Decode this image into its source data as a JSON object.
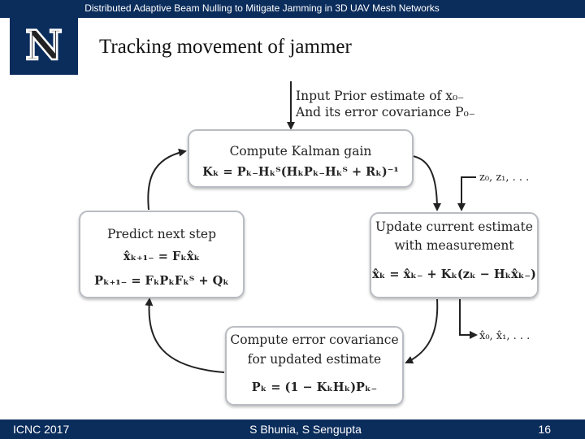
{
  "header": {
    "text": "Distributed Adaptive Beam Nulling to Mitigate Jamming in 3D UAV Mesh Networks"
  },
  "logo": {
    "letter": "N"
  },
  "title": "Tracking movement of jammer",
  "diagram": {
    "input": {
      "line1": "Input Prior estimate of x₀₋",
      "line2": "And its error covariance P₀₋"
    },
    "measurement_input": "z₀, z₁, . . .",
    "estimate_output": "x̂₀, x̂₁, . . .",
    "kalman": {
      "title": "Compute Kalman gain",
      "equation": "Kₖ = Pₖ₋Hₖᵀ(HₖPₖ₋Hₖᵀ + Rₖ)⁻¹"
    },
    "update": {
      "title1": "Update current estimate",
      "title2": "with measurement",
      "equation": "x̂ₖ = x̂ₖ₋ + Kₖ(zₖ − Hₖx̂ₖ₋)"
    },
    "covariance": {
      "title1": "Compute error covariance",
      "title2": "for updated estimate",
      "equation": "Pₖ = (1 − KₖHₖ)Pₖ₋"
    },
    "predict": {
      "title": "Predict next step",
      "equation1": "x̂ₖ₊₁₋ = Fₖx̂ₖ",
      "equation2": "Pₖ₊₁₋ = FₖPₖFₖᵀ + Qₖ"
    }
  },
  "footer": {
    "left": "ICNC 2017",
    "center": "S Bhunia, S Sengupta",
    "right": "16"
  },
  "colors": {
    "navy": "#0b2d5c",
    "box_border": "#b9bcc2",
    "box_fill": "#ffffff"
  }
}
